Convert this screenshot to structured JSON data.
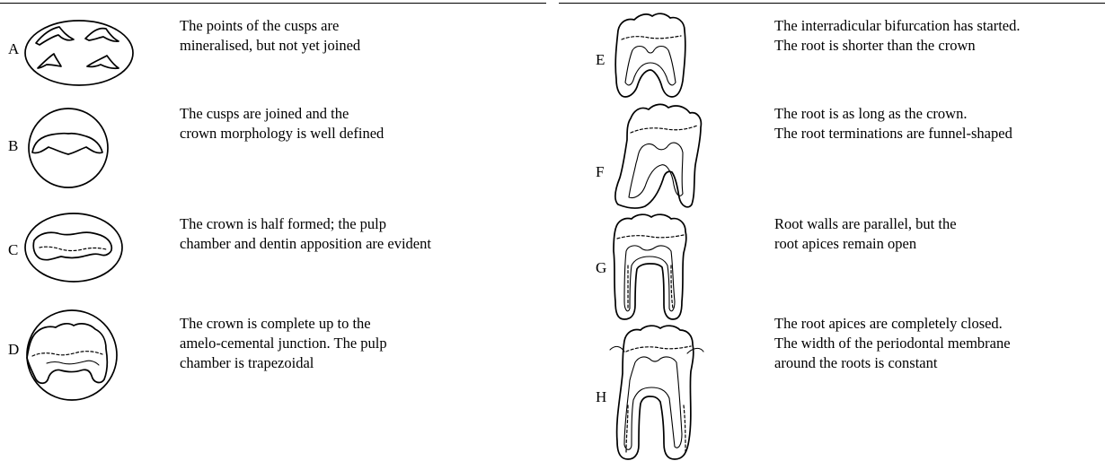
{
  "stages": [
    {
      "id": "A",
      "letter": "A",
      "icon": "tooth-stage-a-icon",
      "lines": [
        "The points of the cusps are",
        "mineralised, but not yet joined"
      ]
    },
    {
      "id": "B",
      "letter": "B",
      "icon": "tooth-stage-b-icon",
      "lines": [
        "The cusps are joined and the",
        "crown morphology is well defined"
      ]
    },
    {
      "id": "C",
      "letter": "C",
      "icon": "tooth-stage-c-icon",
      "lines": [
        "The crown is half formed; the pulp",
        "chamber and dentin apposition are evident"
      ]
    },
    {
      "id": "D",
      "letter": "D",
      "icon": "tooth-stage-d-icon",
      "lines": [
        "The crown is complete up to the",
        "amelo-cemental junction. The pulp",
        "chamber is trapezoidal"
      ]
    },
    {
      "id": "E",
      "letter": "E",
      "icon": "tooth-stage-e-icon",
      "lines": [
        "The interradicular bifurcation has started.",
        "The root is shorter than the crown"
      ]
    },
    {
      "id": "F",
      "letter": "F",
      "icon": "tooth-stage-f-icon",
      "lines": [
        "The root is as long as the crown.",
        "The root terminations are funnel-shaped"
      ]
    },
    {
      "id": "G",
      "letter": "G",
      "icon": "tooth-stage-g-icon",
      "lines": [
        "Root walls are parallel, but the",
        "root apices remain open"
      ]
    },
    {
      "id": "H",
      "letter": "H",
      "icon": "tooth-stage-h-icon",
      "lines": [
        "The root apices are completely closed.",
        "The width of the periodontal membrane",
        "around the roots is constant"
      ]
    }
  ]
}
